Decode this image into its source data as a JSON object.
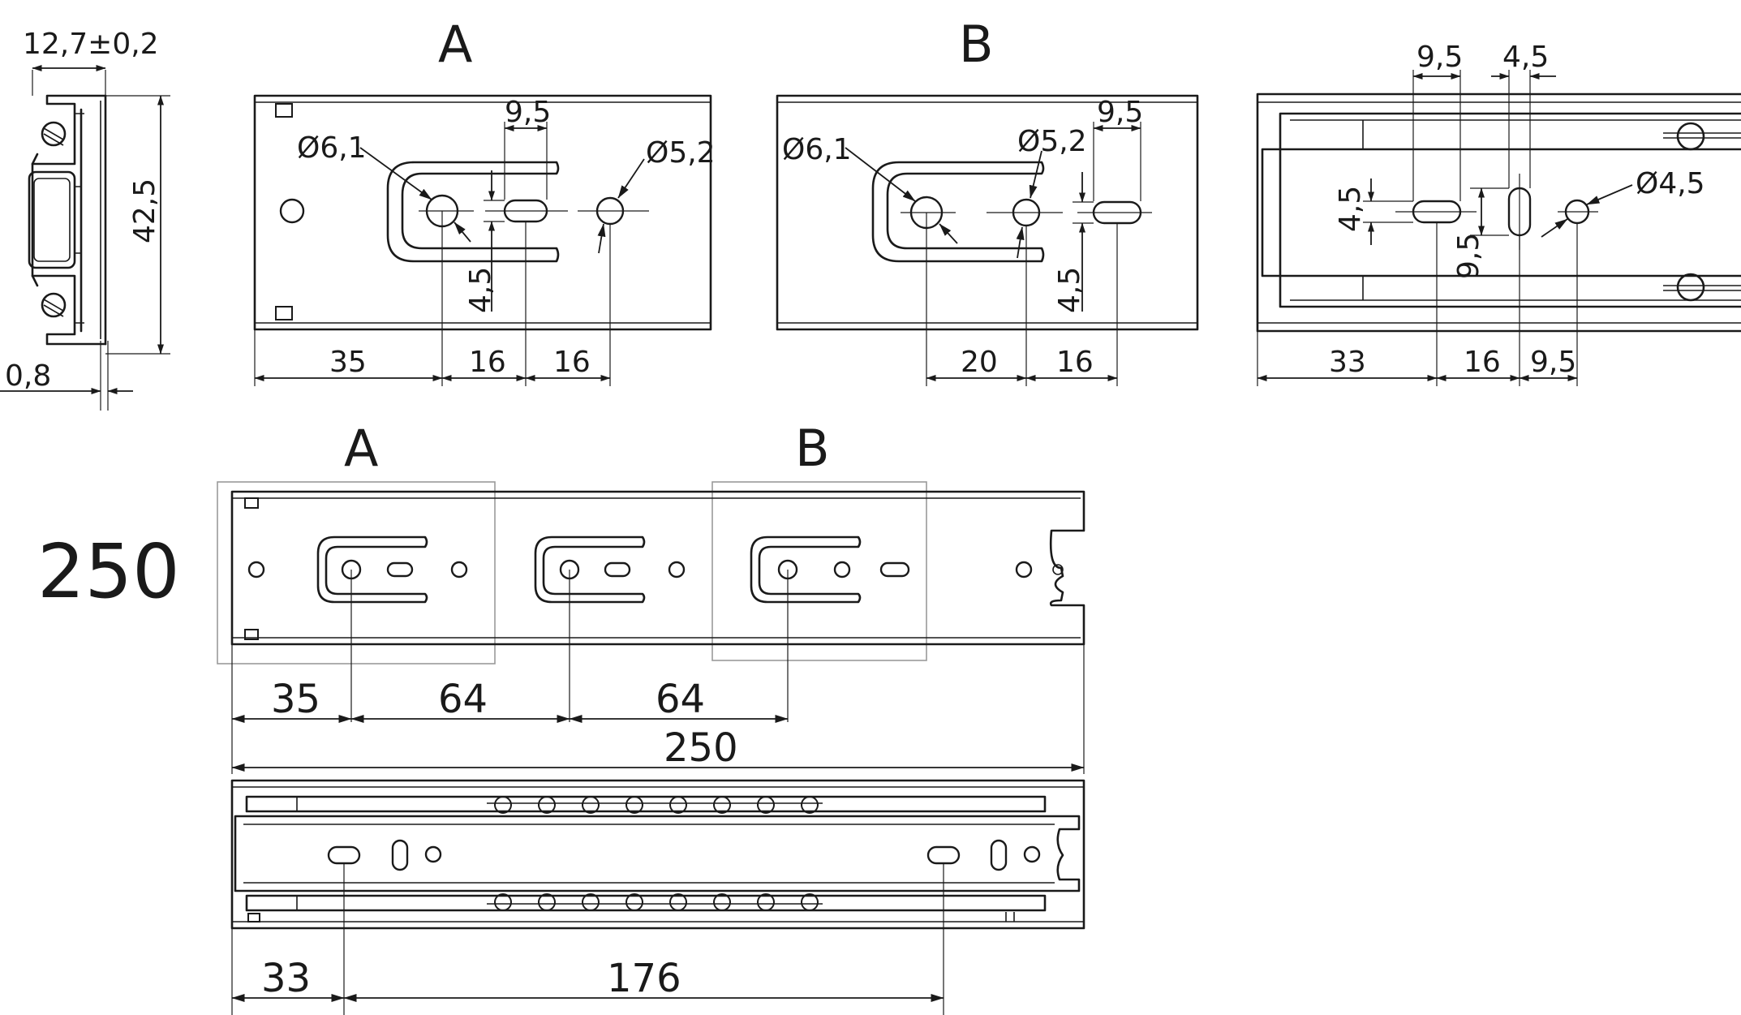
{
  "overall_length": "250",
  "detail_labels": {
    "a": "A",
    "b": "B"
  },
  "side_view": {
    "width_tolerance": "12,7±0,2",
    "height": "42,5",
    "thickness": "0,8"
  },
  "detail_a": {
    "hole_dia_large": "Ø6,1",
    "hole_dia_small": "Ø5,2",
    "slot_length": "9,5",
    "slot_width": "4,5",
    "dim1": "35",
    "dim2": "16",
    "dim3": "16"
  },
  "detail_b": {
    "hole_dia_large": "Ø6,1",
    "hole_dia_small": "Ø5,2",
    "slot_length": "9,5",
    "slot_width": "4,5",
    "dim1": "20",
    "dim2": "16"
  },
  "detail_c": {
    "slot_length_top": "9,5",
    "slot_width_top": "4,5",
    "slot_width_left": "4,5",
    "slot_length_vertical": "9,5",
    "hole_dia": "Ø4,5",
    "dim1": "33",
    "dim2": "16",
    "dim3": "9,5"
  },
  "rail_view": {
    "dim1": "35",
    "dim2": "64",
    "dim3": "64",
    "total": "250"
  },
  "member_view": {
    "dim1": "33",
    "dim2": "176"
  }
}
